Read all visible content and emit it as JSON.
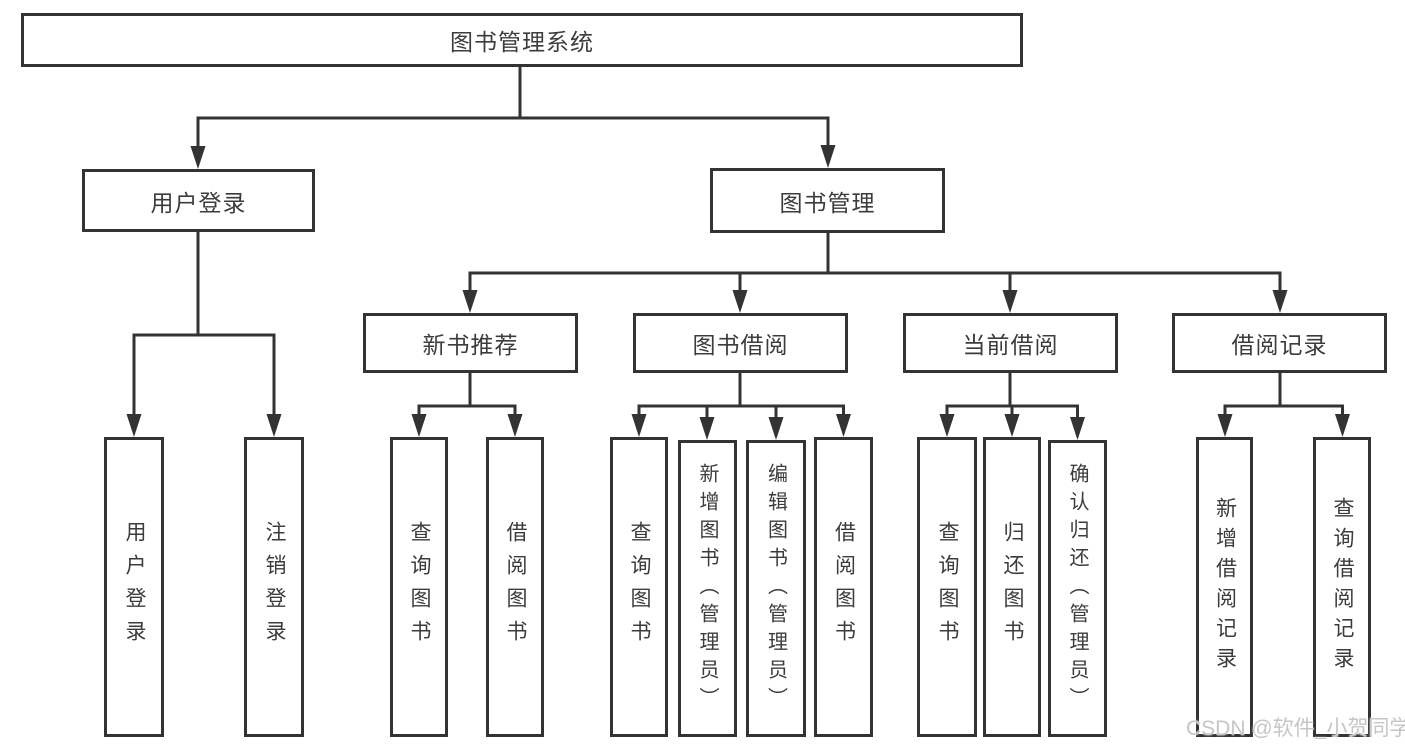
{
  "root": {
    "label": "图书管理系统"
  },
  "level2": [
    {
      "label": "用户登录"
    },
    {
      "label": "图书管理"
    }
  ],
  "level3": [
    {
      "label": "新书推荐",
      "parent": "图书管理"
    },
    {
      "label": "图书借阅",
      "parent": "图书管理"
    },
    {
      "label": "当前借阅",
      "parent": "图书管理"
    },
    {
      "label": "借阅记录",
      "parent": "图书管理"
    }
  ],
  "leaves": [
    {
      "label": "用户登录",
      "parent": "用户登录"
    },
    {
      "label": "注销登录",
      "parent": "用户登录"
    },
    {
      "label": "查询图书",
      "parent": "新书推荐"
    },
    {
      "label": "借阅图书",
      "parent": "新书推荐"
    },
    {
      "label": "查询图书",
      "parent": "图书借阅"
    },
    {
      "label": "新增图书（管理员）",
      "parent": "图书借阅"
    },
    {
      "label": "编辑图书（管理员）",
      "parent": "图书借阅"
    },
    {
      "label": "借阅图书",
      "parent": "图书借阅"
    },
    {
      "label": "查询图书",
      "parent": "当前借阅"
    },
    {
      "label": "归还图书",
      "parent": "当前借阅"
    },
    {
      "label": "确认归还（管理员）",
      "parent": "当前借阅"
    },
    {
      "label": "新增借阅记录",
      "parent": "借阅记录"
    },
    {
      "label": "查询借阅记录",
      "parent": "借阅记录"
    }
  ],
  "watermark": {
    "text": "CSDN @软件_小贺同学"
  },
  "colors": {
    "line": "#333333",
    "border": "#333333",
    "text": "#3c3c3c",
    "background": "#ffffff",
    "watermark": "#c6c6c6"
  }
}
